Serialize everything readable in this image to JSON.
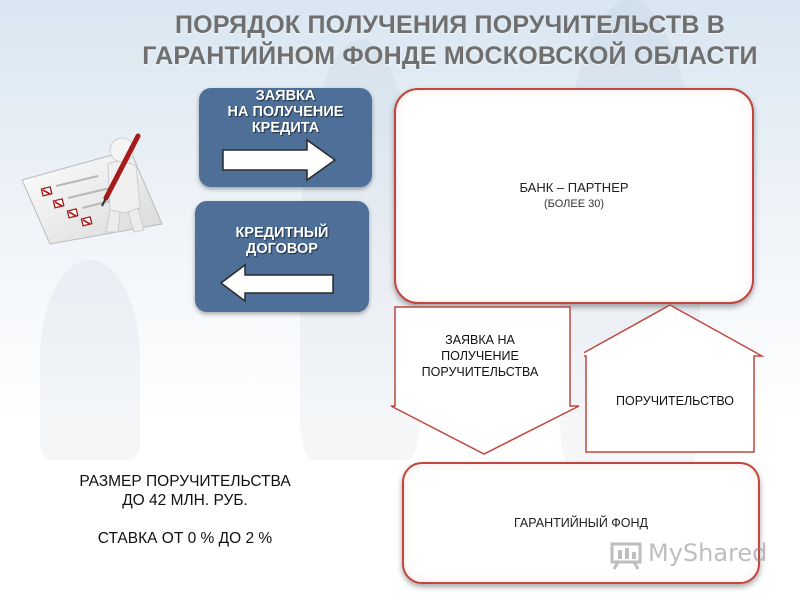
{
  "title": {
    "line1": "ПОРЯДОК ПОЛУЧЕНИЯ ПОРУЧИТЕЛЬСТВ В",
    "line2": "ГАРАНТИЙНОМ ФОНДЕ МОСКОВСКОЙ ОБЛАСТИ"
  },
  "application_box": {
    "line1": "ЗАЯВКА",
    "line2": "НА ПОЛУЧЕНИЕ",
    "line3": "КРЕДИТА"
  },
  "contract_box": {
    "line1": "КРЕДИТНЫЙ",
    "line2": "ДОГОВОР"
  },
  "bank_box": {
    "name": "БАНК – ПАРТНЕР",
    "note": "(БОЛЕЕ 30)"
  },
  "guarantee_request_arrow": {
    "line1": "ЗАЯВКА НА",
    "line2": "ПОЛУЧЕНИЕ",
    "line3": "ПОРУЧИТЕЛЬСТВА"
  },
  "guarantee_arrow": {
    "label": "ПОРУЧИТЕЛЬСТВО"
  },
  "fund_box": {
    "name": "ГАРАНТИЙНЫЙ ФОНД"
  },
  "info": {
    "line1": "РАЗМЕР ПОРУЧИТЕЛЬСТВА",
    "line2": "ДО 42 МЛН. РУБ.",
    "line3": "СТАВКА ОТ 0 % ДО 2 %"
  },
  "watermark": {
    "text": "MyShared"
  },
  "colors": {
    "blue_box": "#4d6f98",
    "red_outline": "#c0463f",
    "title_gray": "#6f6f6f"
  }
}
